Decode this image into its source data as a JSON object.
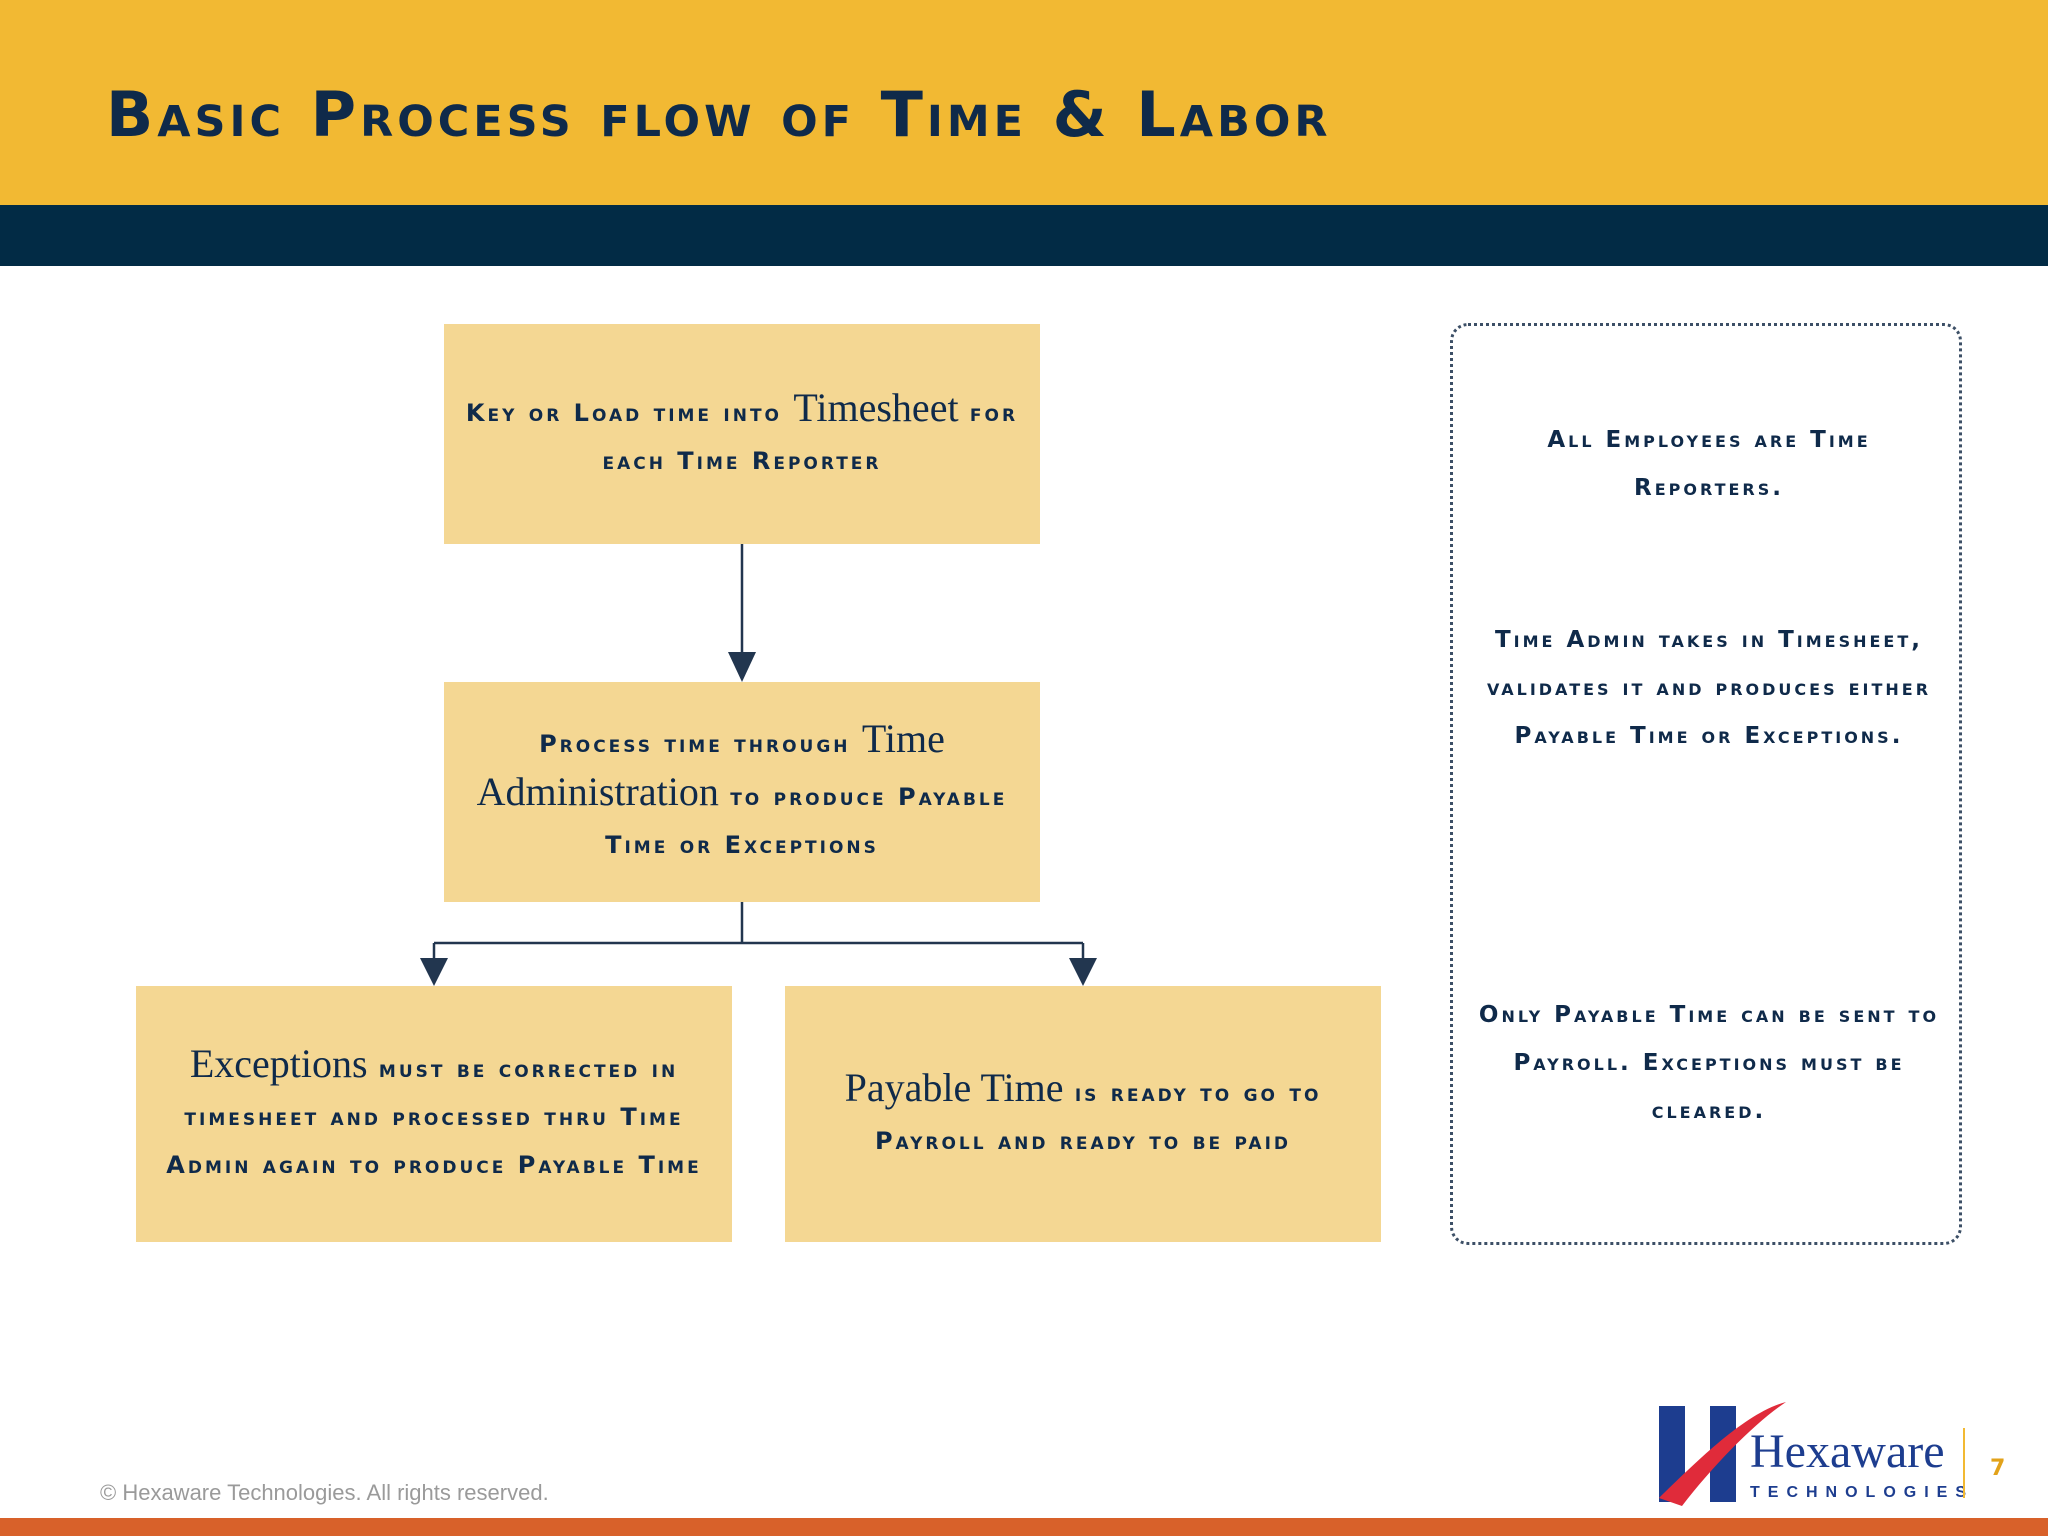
{
  "header": {
    "title": "Basic Process flow of Time & Labor"
  },
  "flow": {
    "timesheet": {
      "pre": "Key or Load time into ",
      "em": "Timesheet",
      "post": " for each Time Reporter"
    },
    "admin": {
      "pre": "Process time through ",
      "em": "Time Administration",
      "post": " to produce Payable Time or Exceptions"
    },
    "exceptions": {
      "em": "Exceptions",
      "post": " must be corrected in timesheet and processed thru Time Admin again to produce Payable Time"
    },
    "payable": {
      "em": "Payable Time",
      "post": " is ready to go to Payroll and ready to be paid"
    }
  },
  "notes": {
    "note1": "All Employees are Time Reporters.",
    "note2": "Time Admin takes in Timesheet, validates it and produces either Payable Time or Exceptions.",
    "note3": "Only Payable Time can be sent to Payroll. Exceptions must be cleared."
  },
  "footer": {
    "copyright": "© Hexaware Technologies. All rights reserved.",
    "logo_name": "Hexaware",
    "logo_sub": "TECHNOLOGIES",
    "page_number": "7"
  },
  "colors": {
    "header": "#f2b933",
    "navy": "#022b45",
    "box": "#f4d793",
    "text": "#0f2a4a",
    "bottom_bar": "#d8612a"
  }
}
